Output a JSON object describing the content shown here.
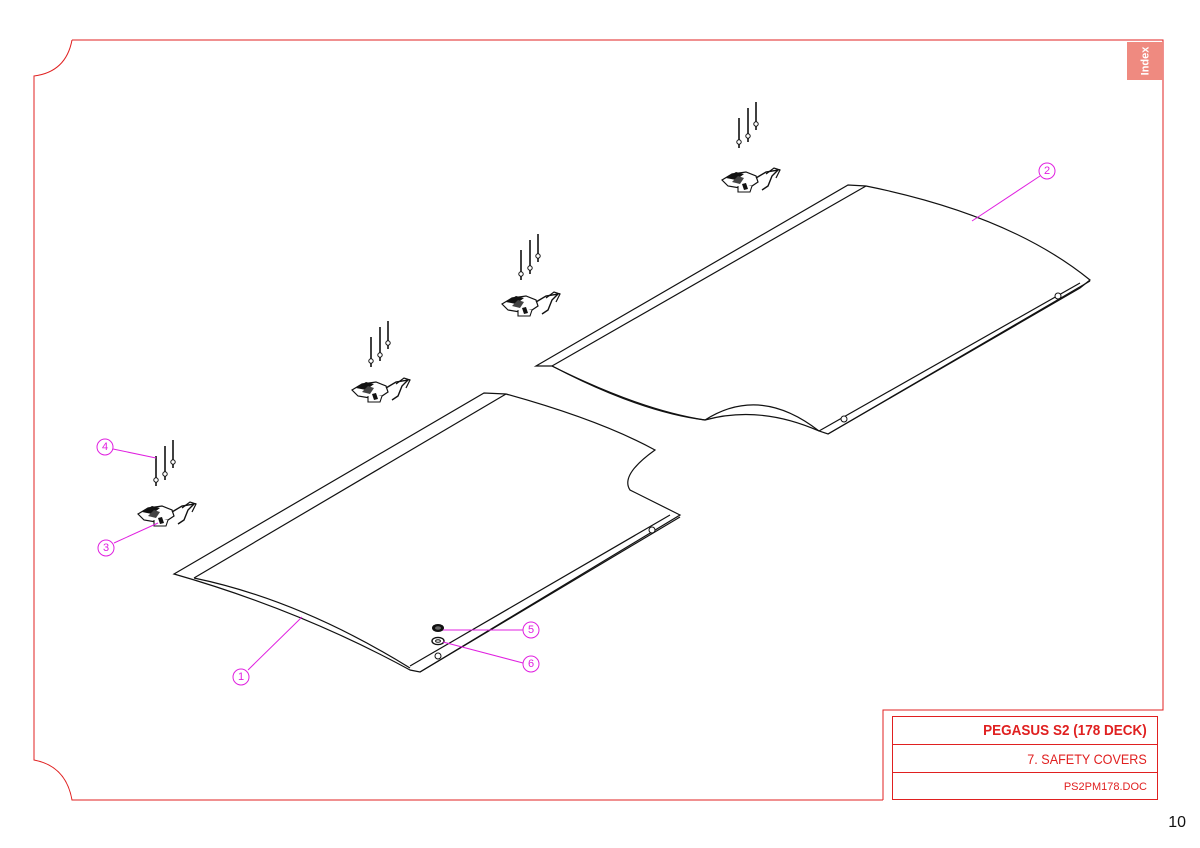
{
  "drawing": {
    "index_tab_label": "Index",
    "title_block": {
      "model": "PEGASUS S2 (178 DECK)",
      "section": "7. SAFETY COVERS",
      "document": "PS2PM178.DOC"
    },
    "page_number": "10",
    "callouts": [
      {
        "id": "callout-1",
        "label": "1"
      },
      {
        "id": "callout-2",
        "label": "2"
      },
      {
        "id": "callout-3",
        "label": "3"
      },
      {
        "id": "callout-4",
        "label": "4"
      },
      {
        "id": "callout-5",
        "label": "5"
      },
      {
        "id": "callout-6",
        "label": "6"
      }
    ],
    "colors": {
      "frame": "#e02020",
      "callout": "#e020e0",
      "index_tab": "#ef8a80",
      "lines": "#111111"
    }
  }
}
